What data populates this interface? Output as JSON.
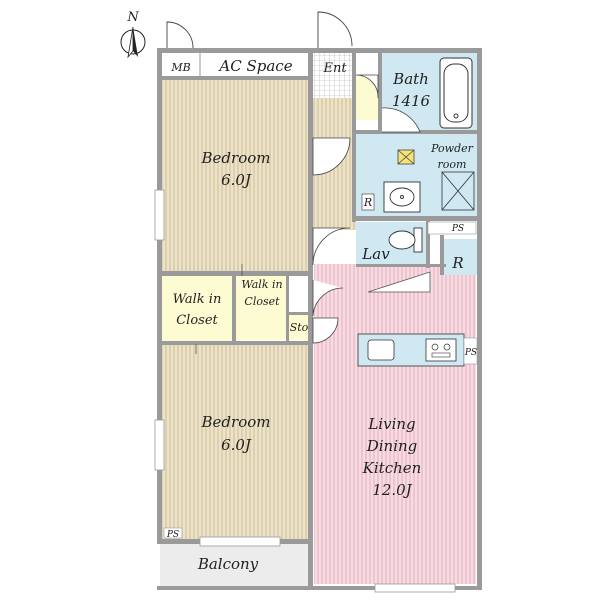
{
  "compass": {
    "letter": "N"
  },
  "rooms": {
    "mb": "MB",
    "ac_space": "AC Space",
    "ent": "Ent",
    "bath_name": "Bath",
    "bath_size": "1416",
    "powder_line1": "Powder",
    "powder_line2": "room",
    "r_small": "R",
    "ps_top": "PS",
    "lav": "Lav",
    "r_big": "R",
    "bedroom1_name": "Bedroom",
    "bedroom1_size": "6.0J",
    "walkin_left_line1": "Walk in",
    "walkin_left_line2": "Closet",
    "walkin_mid_line1": "Walk in",
    "walkin_mid_line2": "Closet",
    "sto": "Sto",
    "ps_right": "PS",
    "bedroom2_name": "Bedroom",
    "bedroom2_size": "6.0J",
    "ldk_line1": "Living",
    "ldk_line2": "Dining",
    "ldk_line3": "Kitchen",
    "ldk_size": "12.0J",
    "ps_bottom": "PS",
    "balcony": "Balcony"
  },
  "colors": {
    "wall": "#9a9a9a",
    "bedroom_floor": "#ece3c9",
    "bedroom_stripe": "#cbbd97",
    "ldk_floor": "#f7dde3",
    "ldk_stripe": "#e4aab8",
    "wet_area": "#cfe8f1",
    "closet": "#fdfbd2",
    "balcony": "#ececec"
  }
}
